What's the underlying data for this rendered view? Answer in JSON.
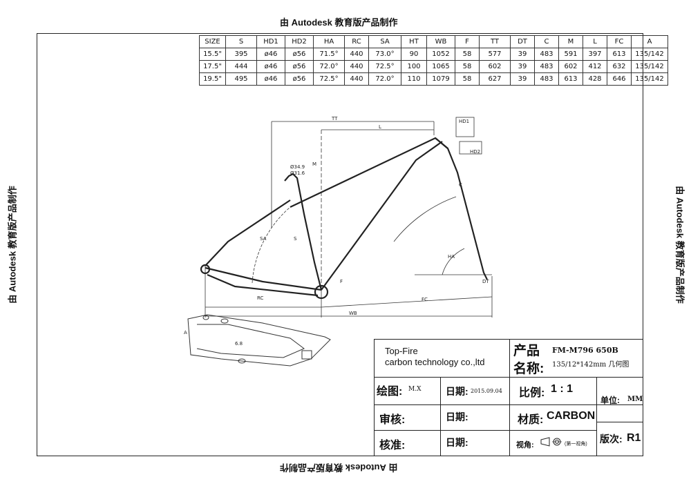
{
  "watermark": "由 Autodesk 教育版产品制作",
  "table": {
    "headers": [
      "SIZE",
      "S",
      "HD1",
      "HD2",
      "HA",
      "RC",
      "SA",
      "HT",
      "WB",
      "F",
      "TT",
      "DT",
      "C",
      "M",
      "L",
      "FC",
      "A"
    ],
    "rows": [
      [
        "15.5\"",
        "395",
        "ø46",
        "ø56",
        "71.5°",
        "440",
        "73.0°",
        "90",
        "1052",
        "58",
        "577",
        "39",
        "483",
        "591",
        "397",
        "613",
        "135/142"
      ],
      [
        "17.5\"",
        "444",
        "ø46",
        "ø56",
        "72.0°",
        "440",
        "72.5°",
        "100",
        "1065",
        "58",
        "602",
        "39",
        "483",
        "602",
        "412",
        "632",
        "135/142"
      ],
      [
        "19.5\"",
        "495",
        "ø46",
        "ø56",
        "72.5°",
        "440",
        "72.0°",
        "110",
        "1079",
        "58",
        "627",
        "39",
        "483",
        "613",
        "428",
        "646",
        "135/142"
      ]
    ]
  },
  "drawing": {
    "dims": {
      "tt": "TT",
      "l": "L",
      "hd1": "HD1",
      "hd2": "HD2",
      "d1": "Ø34.9",
      "d2": "Ø31.6",
      "m": "M",
      "sa": "SA",
      "s": "S",
      "c": "C",
      "ha": "HA",
      "dt": "DT",
      "f": "F",
      "rc": "RC",
      "fc": "FC",
      "wb": "WB",
      "a": "A",
      "six": "6.8"
    }
  },
  "titleblock": {
    "company_line1": "Top-Fire",
    "company_line2": "carbon technology co.,ltd",
    "product_label": "产品",
    "name_label": "名称:",
    "model": "FM-M796  650B",
    "spec": "135/12*142mm  几何图",
    "drawn_label": "绘图:",
    "drawn_by": "M.X",
    "date_label": "日期:",
    "date_value": "2015.09.04",
    "scale_label": "比例:",
    "scale_value": "1 : 1",
    "unit_label": "单位:",
    "unit_value": "MM",
    "review_label": "审核:",
    "date2_label": "日期:",
    "material_label": "材质:",
    "material_value": "CARBON",
    "approve_label": "核准:",
    "date3_label": "日期:",
    "view_label": "视角:",
    "view_note": "(第一视角)",
    "revision_label": "版次:",
    "revision_value": "R1"
  }
}
